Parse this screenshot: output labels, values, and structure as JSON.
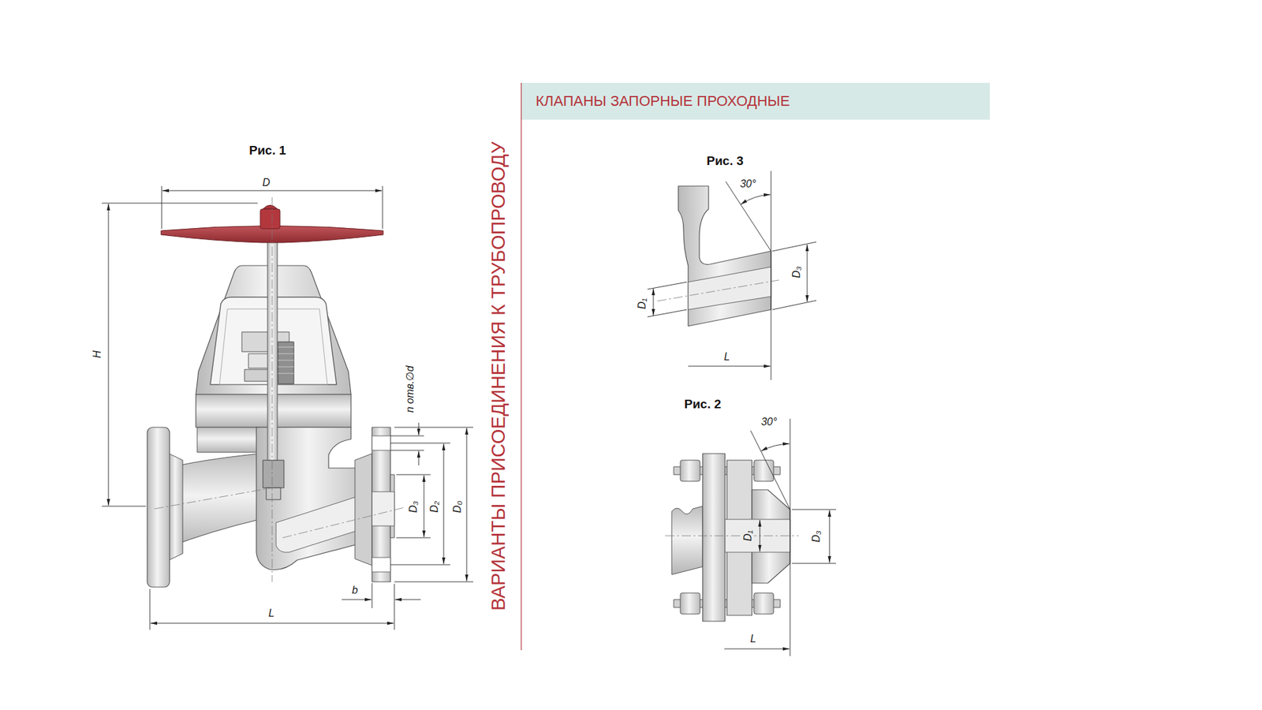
{
  "diagram": {
    "title": "КЛАПАНЫ ЗАПОРНЫЕ ПРОХОДНЫЕ",
    "labels": [
      "Рис. 1",
      "D",
      "H",
      "n отв.∅d",
      "D₃",
      "D₂",
      "D₀",
      "b",
      "L",
      "ВАРИАНТЫ ПРИСОЕДИНЕНИЯ К ТРУБОПРОВОДУ",
      "Рис. 3",
      "30°",
      "D₃",
      "D₁",
      "L",
      "Рис. 2",
      "30°",
      "D₁",
      "D₃",
      "L"
    ]
  }
}
